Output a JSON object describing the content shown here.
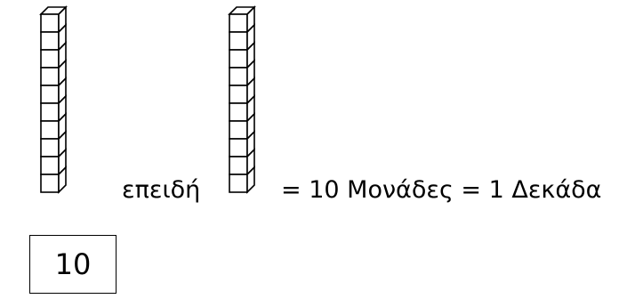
{
  "figure": {
    "ten_rod": {
      "cube_count": 10
    },
    "because_word": "επειδή",
    "equation_text": "= 10 Μονάδες = 1 Δεκάδα",
    "number_box_value": "10"
  }
}
